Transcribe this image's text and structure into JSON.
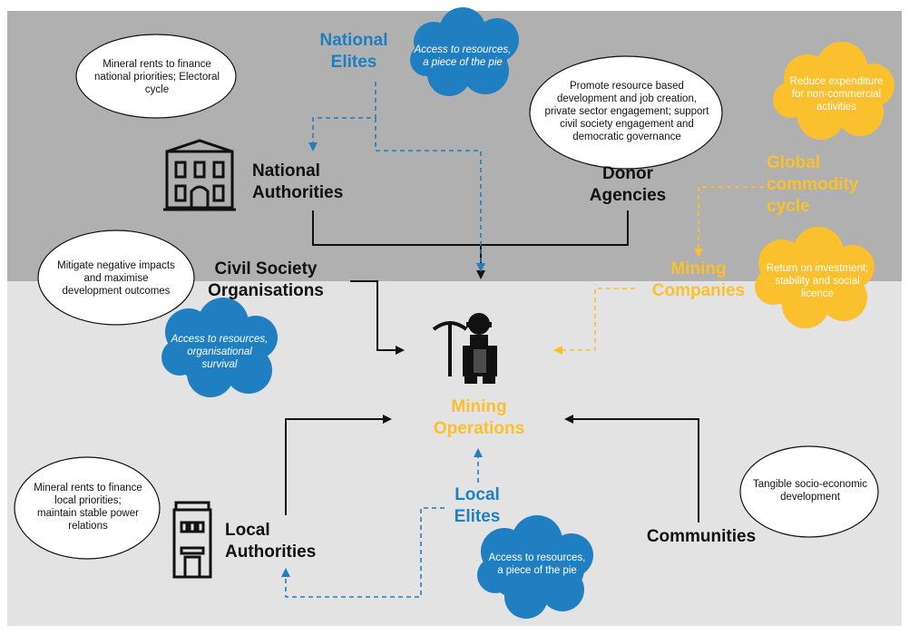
{
  "colors": {
    "top_band": "#b0b0b0",
    "bottom_band": "#e3e3e3",
    "blue": "#1f7fc1",
    "yellow": "#fbc02d",
    "black": "#111111"
  },
  "actors": {
    "national_elites": "National\nElites",
    "national_authorities": "National\nAuthorities",
    "donor_agencies": "Donor\nAgencies",
    "global_commodity_cycle": "Global\ncommodity\ncycle",
    "civil_society": "Civil Society\nOrganisations",
    "mining_companies": "Mining\nCompanies",
    "mining_operations": "Mining\nOperations",
    "local_elites": "Local\nElites",
    "local_authorities": "Local\nAuthorities",
    "communities": "Communities"
  },
  "clouds": {
    "national_elites_interest": "Access to resources,\na piece of the pie",
    "national_authorities_interest": "Mineral rents to finance\nnational priorities; Electoral\ncycle",
    "donor_interest": "Promote resource based\ndevelopment and job creation,\nprivate sector engagement; support\ncivil society engagement and\ndemocratic governance",
    "global_cycle_interest": "Reduce expenditure\nfor non-commercial\nactivities",
    "civil_society_interest": "Mitigate negative impacts\nand maximise\ndevelopment outcomes",
    "civil_society_blue": "Access to resources,\norganisational\nsurvival",
    "mining_companies_interest": "Return on investment;\nstability and social\nlicence",
    "local_authorities_interest": "Mineral rents to finance\nlocal priorities;\nmaintain stable power\nrelations",
    "local_elites_interest": "Access to resources,\na piece of the pie",
    "communities_interest": "Tangible socio-economic\ndevelopment"
  },
  "icons": {
    "national_building": "government-building-icon",
    "miner": "miner-with-pickaxe-icon",
    "local_building": "townhouse-icon"
  }
}
